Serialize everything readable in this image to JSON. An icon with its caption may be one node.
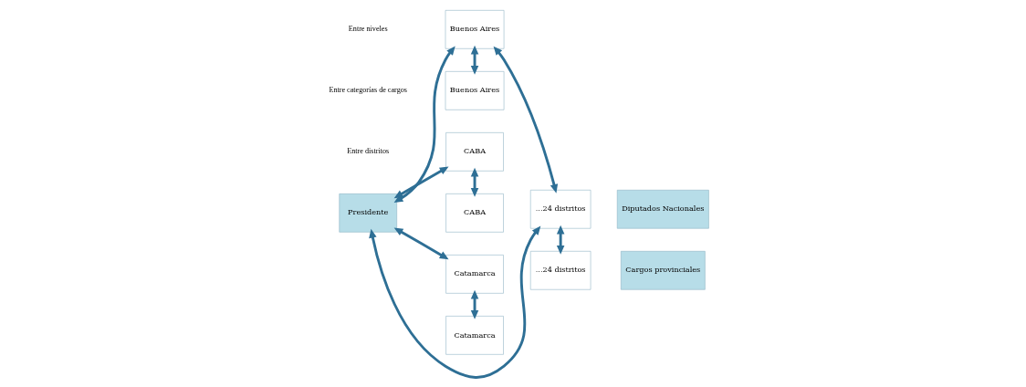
{
  "diagram": {
    "nodes": [
      {
        "text": [
          "Presidente"
        ]
      },
      {
        "text": [
          "Buenos Aires"
        ]
      },
      {
        "text": [
          "CABA"
        ]
      },
      {
        "text": [
          "Catamarca"
        ]
      },
      {
        "text": [
          "...24 distritos"
        ]
      },
      {
        "text": [
          "Diputados Nacionales"
        ]
      },
      {
        "text": [
          "Buenos Aires"
        ]
      },
      {
        "text": [
          "CABA"
        ]
      },
      {
        "text": [
          "Catamarca"
        ]
      },
      {
        "text": [
          "...24 distritos"
        ]
      },
      {
        "text": [
          "Cargos provinciales"
        ]
      }
    ],
    "edges": [
      {
        "from": 1,
        "to": 4,
        "arrow": "both"
      },
      {
        "from": 0,
        "to": 1,
        "arrow": "both"
      },
      {
        "from": 0,
        "to": 2,
        "arrow": "both"
      },
      {
        "from": 0,
        "to": 3,
        "arrow": "both"
      },
      {
        "from": 0,
        "to": 4,
        "arrow": "both"
      },
      {
        "from": 1,
        "to": 6,
        "arrow": "both"
      },
      {
        "from": 2,
        "to": 7,
        "arrow": "both"
      },
      {
        "from": 3,
        "to": 8,
        "arrow": "both"
      },
      {
        "from": 4,
        "to": 9,
        "arrow": "both"
      }
    ],
    "labels": [
      "Entre distritos",
      "Entre categorías de cargos",
      "Entre niveles"
    ]
  }
}
